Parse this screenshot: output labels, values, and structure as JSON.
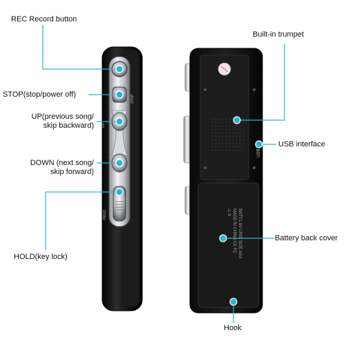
{
  "labels": {
    "rec": "REC Record button",
    "stop": "STOP(stop/power off)",
    "up_1": "UP(previous song/",
    "up_2": "skip backward)",
    "down_1": "DOWN (next song/",
    "down_2": "skip forward)",
    "hold": "HOLD(key lock)",
    "trumpet": "Built-in trumpet",
    "usb": "USB interface",
    "battery": "Battery back cover",
    "hook": "Hook"
  },
  "device_text": {
    "side_stop": "STOP",
    "side_up": "UP",
    "side_hold": "HOLD",
    "side_usb": "USB",
    "back_line_1": "BATT:1.5V LR03 SIZE AAA",
    "back_line_2": "MADE IN CHINA  CE FC",
    "back_line_3": "♺ X"
  },
  "colors": {
    "callout": "#27b6d3",
    "body": "#151515",
    "chrome": "#c9ccd0",
    "text": "#111111"
  }
}
